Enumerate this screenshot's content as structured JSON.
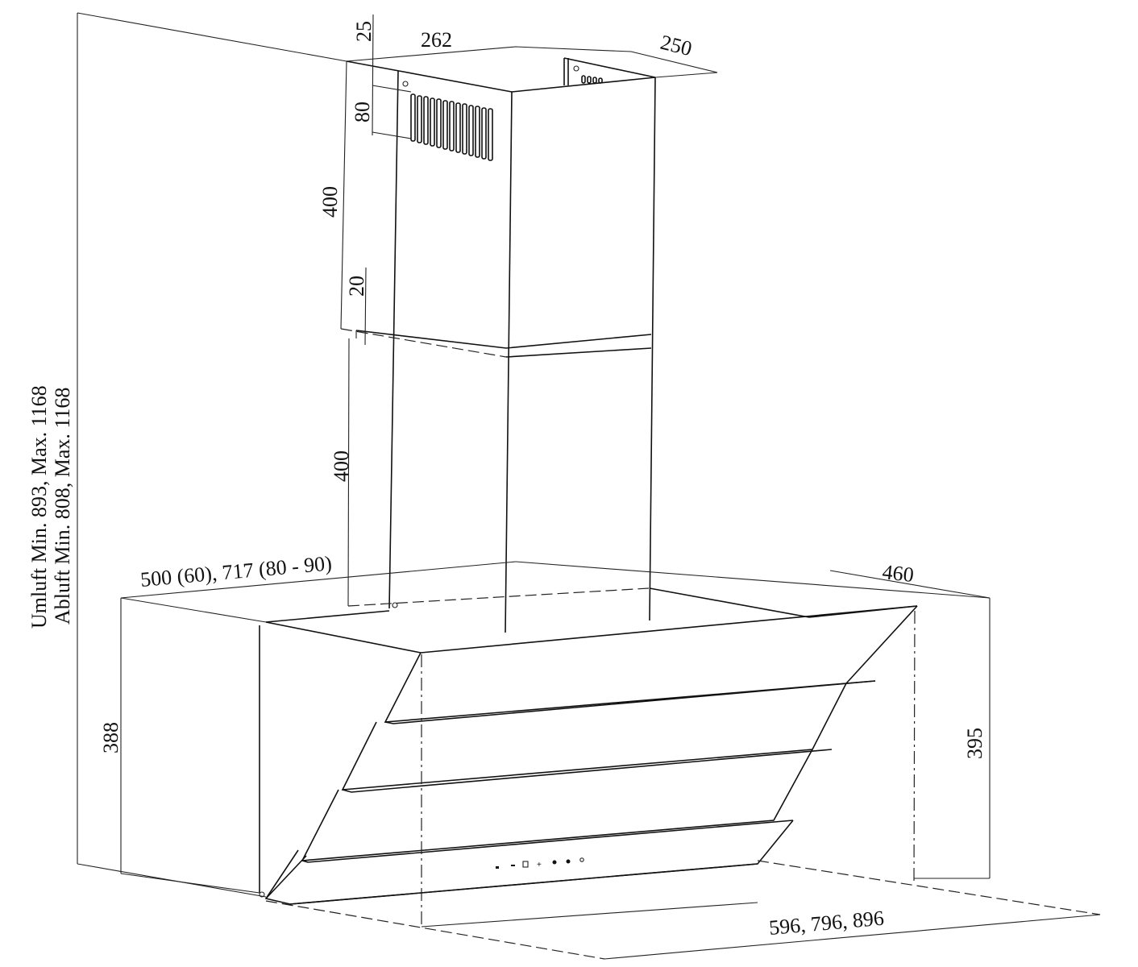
{
  "diagram": {
    "type": "technical-dimension-drawing",
    "subject": "angled wall-mounted range hood with two-piece chimney",
    "units": "mm",
    "labels": {
      "total_height_umluft": "Umluft Min. 893, Max. 1168",
      "total_height_abluft": "Abluft Min. 808, Max. 1168",
      "chimney_top_offset": "25",
      "chimney_width": "262",
      "chimney_depth": "250",
      "vent_height": "80",
      "upper_chimney_height": "400",
      "overlap": "20",
      "lower_chimney_height": "400",
      "hood_depth_options": "500 (60), 717 (80 - 90)",
      "hood_top_depth": "460",
      "hood_back_height": "388",
      "hood_front_height": "395",
      "hood_width_options": "596, 796, 896"
    },
    "control_panel_buttons": [
      "power",
      "minus",
      "display",
      "plus",
      "speed-1",
      "speed-2",
      "light"
    ]
  }
}
